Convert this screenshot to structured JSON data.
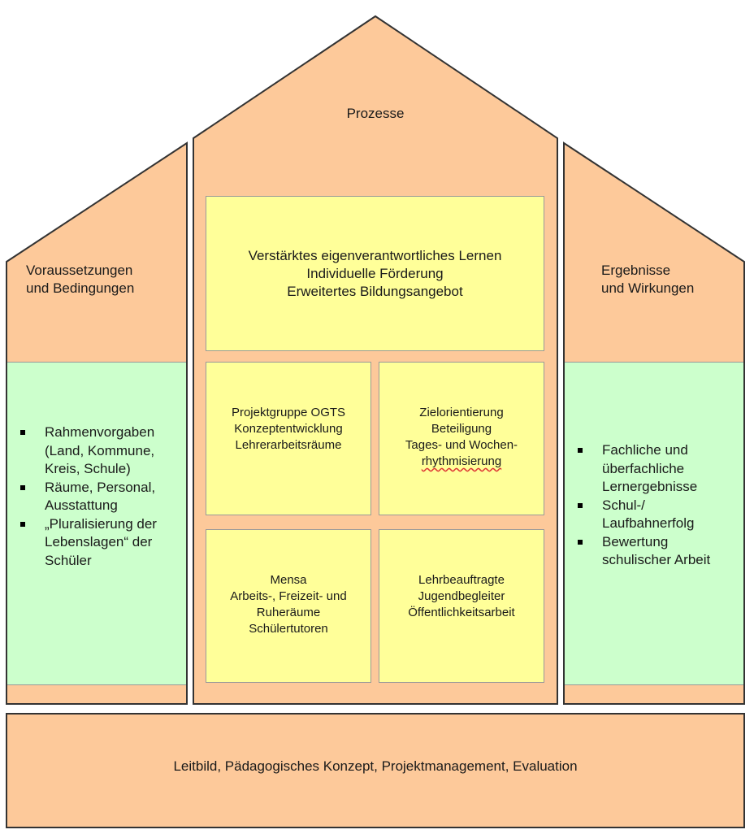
{
  "colors": {
    "roof": "#fdc99a",
    "green": "#ccffcc",
    "yellow": "#ffff99",
    "stroke": "#333333"
  },
  "left": {
    "title": [
      "Voraussetzungen",
      "und Bedingungen"
    ],
    "items": [
      "Rahmenvorgaben (Land, Kommune, Kreis, Schule)",
      "Räume, Personal, Ausstattung",
      "„Pluralisierung der Lebenslagen“ der Schüler"
    ]
  },
  "center": {
    "title": "Prozesse",
    "top_box": [
      "Verstärktes eigenverantwortliches Lernen",
      "Individuelle Förderung",
      "Erweitertes Bildungsangebot"
    ],
    "box_tl": [
      "Projektgruppe OGTS",
      "Konzeptentwicklung",
      "Lehrerarbeitsräume"
    ],
    "box_tr": [
      "Zielorientierung",
      "Beteiligung",
      "Tages- und Wochen-",
      "rhythmisierung"
    ],
    "box_bl": [
      "Mensa",
      "Arbeits-, Freizeit- und",
      "Ruheräume",
      "Schülertutoren"
    ],
    "box_br": [
      "Lehrbeauftragte",
      "Jugendbegleiter",
      "Öffentlichkeitsarbeit"
    ]
  },
  "right": {
    "title": [
      "Ergebnisse",
      "und Wirkungen"
    ],
    "items": [
      "Fachliche und überfachliche Lernergebnisse",
      "Schul-/ Laufbahnerfolg",
      "Bewertung schulischer Arbeit"
    ]
  },
  "foundation": "Leitbild, Pädagogisches Konzept, Projektmanagement, Evaluation"
}
